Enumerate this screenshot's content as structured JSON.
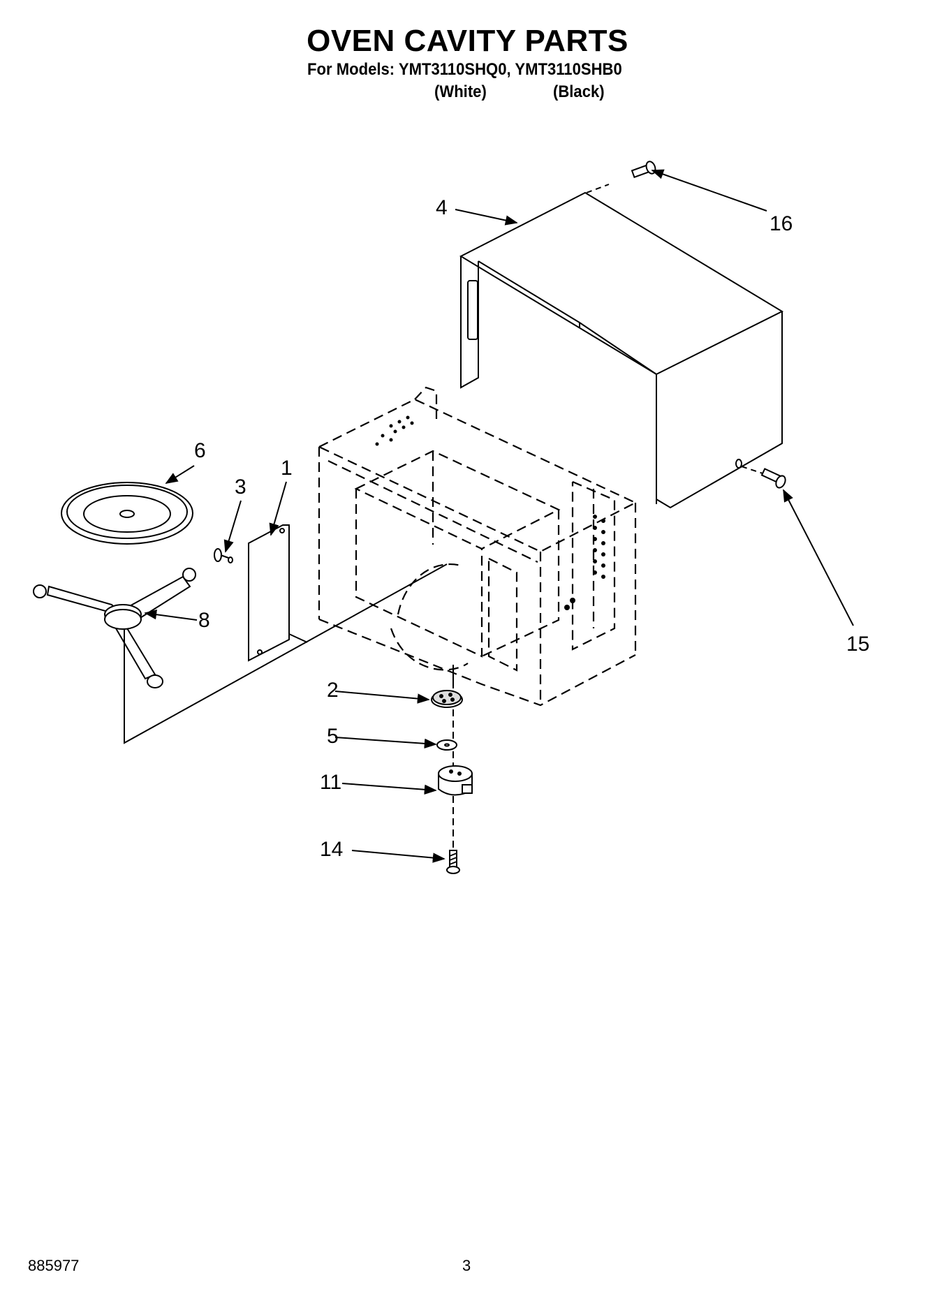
{
  "title": "OVEN CAVITY PARTS",
  "models_line": "For Models: YMT3110SHQ0, YMT3110SHB0",
  "variants": [
    "(White)",
    "(Black)"
  ],
  "callouts": {
    "c1": "1",
    "c2": "2",
    "c3": "3",
    "c4": "4",
    "c5": "5",
    "c6": "6",
    "c8": "8",
    "c11": "11",
    "c14": "14",
    "c15": "15",
    "c16": "16"
  },
  "footer": {
    "doc_number": "885977",
    "page_number": "3"
  }
}
